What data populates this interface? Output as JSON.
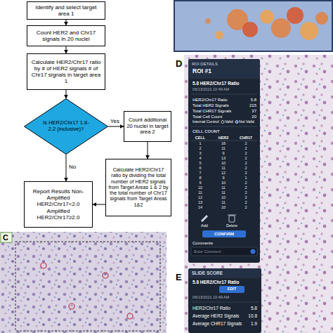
{
  "diagram": {
    "nodes": [
      {
        "text": [
          "Identify and select target area 1"
        ]
      },
      {
        "text": [
          "Count HER2 and Chr17 signals in 20 nuclei"
        ]
      },
      {
        "text": [
          "Calculate HER2/Chr17 ratio by # of HER2 signals # of Chr17 signals in target area 1"
        ]
      },
      {
        "text": [
          "Is HER2/Chr17 1.8-2.2 (inclusive)?"
        ]
      },
      {
        "text": [
          "Count additional 20 nuclei in target area 2"
        ]
      },
      {
        "text": [
          "Calculate HER2/Chr17 ratio by dividing the total number of HER2 signals from Target Areas 1 & 2 by the total number of Chr17 signals from Target Areas 1&2"
        ]
      },
      {
        "text": [
          "Report Results Non-Amplified HER2/Chr17<2.0 Amplified HER2/Chr17≥2.0"
        ]
      }
    ],
    "edges": [
      {
        "from": 0,
        "to": 1,
        "arrow": "to"
      },
      {
        "from": 1,
        "to": 2,
        "arrow": "to"
      },
      {
        "from": 2,
        "to": 3,
        "arrow": "to"
      },
      {
        "from": 3,
        "to": 4,
        "label": "Yes",
        "arrow": "to"
      },
      {
        "from": 3,
        "to": 6,
        "label": "No",
        "arrow": "to"
      },
      {
        "from": 4,
        "to": 5,
        "arrow": "to"
      },
      {
        "from": 5,
        "to": 6,
        "arrow": "to"
      }
    ],
    "labels": [
      "D",
      "ROI DETAILS",
      "ROI #1",
      "5.8 HER2/Chr17 Ratio",
      "09/13/2021 10:49 AM",
      "HER2/Chr17 Ratio",
      "5.8",
      "Total HER2 Signals",
      "215",
      "Total CHR17 Signals",
      "37",
      "Total Cell Count",
      "20",
      "Internal Control",
      "Valid",
      "Not Valid",
      "CELL COUNT",
      "CELL",
      "HER2",
      "CHR17",
      "1",
      "16",
      "2",
      "2",
      "11",
      "2",
      "3",
      "9",
      "2",
      "4",
      "13",
      "2",
      "5",
      "10",
      "2",
      "6",
      "11",
      "2",
      "7",
      "12",
      "2",
      "8",
      "9",
      "1",
      "9",
      "10",
      "2",
      "10",
      "11",
      "2",
      "11",
      "11",
      "2",
      "12",
      "10",
      "2",
      "13",
      "11",
      "2",
      "14",
      "10",
      "2",
      "Add",
      "Delete",
      "CONFIRM",
      "Comments",
      "Enter Comment",
      "E",
      "SLIDE SCORE",
      "5.8 HER2/Chr17 Ratio",
      "EDIT",
      "09/13/2021 10:49 AM",
      "HER2/Chr17 Ratio",
      "5.8",
      "Average HER2 Signals",
      "10.8",
      "Average CHR17 Signals",
      "1.9",
      "C"
    ]
  }
}
